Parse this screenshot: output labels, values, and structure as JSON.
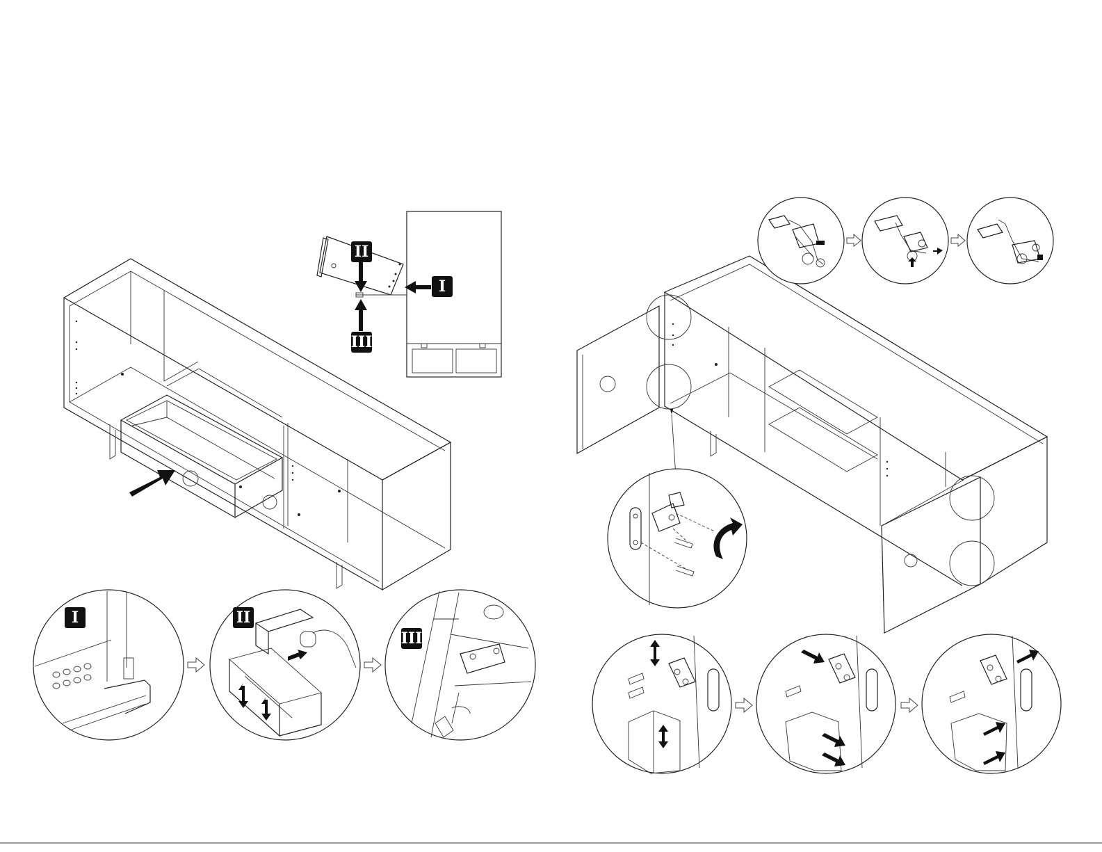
{
  "badges": {
    "step_one": "I",
    "step_two": "II",
    "step_three": "III"
  },
  "colors": {
    "line": "#222222",
    "badge_fill": "#111111",
    "badge_text": "#ffffff",
    "background": "#ffffff"
  },
  "icons": [
    "push-arrow-icon",
    "next-step-arrow-icon",
    "rotate-arrow-icon",
    "double-arrow-icon"
  ]
}
